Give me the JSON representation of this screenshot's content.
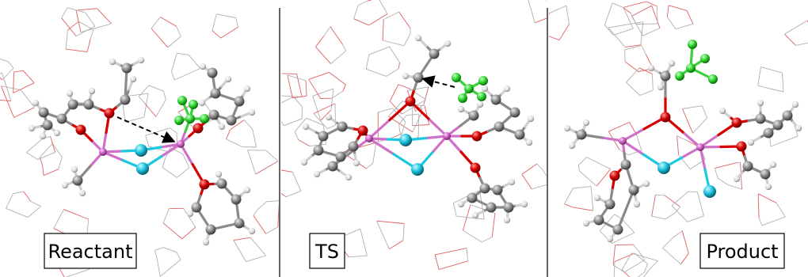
{
  "panels": [
    {
      "id": "reactant",
      "label": "Reactant"
    },
    {
      "id": "ts",
      "label": "TS"
    },
    {
      "id": "product",
      "label": "Product"
    }
  ],
  "colors": {
    "carbon": "#8a8a8a",
    "hydrogen": "#e6e6e6",
    "oxygen": "#d40000",
    "metal": "#d070c8",
    "halide": "#1cc8e0",
    "methyl_fluoride": "#3ad23a",
    "solvent_carbon": "#b0b0b0",
    "solvent_oxygen": "#e06060"
  }
}
